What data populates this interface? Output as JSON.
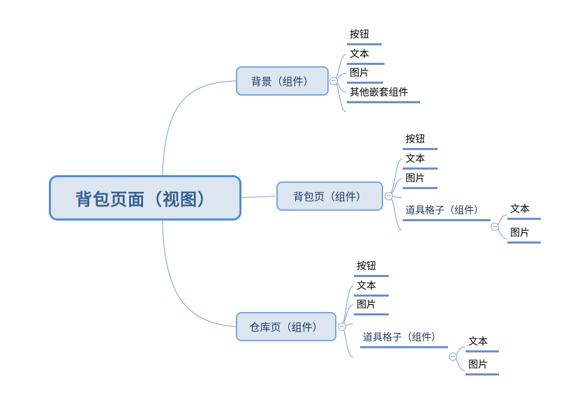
{
  "diagram": {
    "type": "mind-map",
    "title": "背包页面（视图）",
    "accent_color": "#548dd4",
    "node_fill": "#dce6f1",
    "leaf_underline_color": "#6b8fd0",
    "link_color": "#8faadc",
    "background": "#ffffff"
  },
  "root": {
    "label": "背包页面（视图）"
  },
  "branches": [
    {
      "label": "背景（组件）",
      "toggle": "collapse-minus-icon",
      "children": [
        {
          "label": "按钮"
        },
        {
          "label": "文本"
        },
        {
          "label": "图片"
        },
        {
          "label": "其他嵌套组件"
        }
      ]
    },
    {
      "label": "背包页（组件）",
      "toggle": "collapse-minus-icon",
      "children": [
        {
          "label": "按钮"
        },
        {
          "label": "文本"
        },
        {
          "label": "图片"
        },
        {
          "label": "道具格子（组件）",
          "toggle": "collapse-minus-icon",
          "children": [
            {
              "label": "文本"
            },
            {
              "label": "图片"
            }
          ]
        }
      ]
    },
    {
      "label": "仓库页（组件）",
      "toggle": "collapse-minus-icon",
      "children": [
        {
          "label": "按钮"
        },
        {
          "label": "文本"
        },
        {
          "label": "图片"
        },
        {
          "label": "道具格子（组件）",
          "toggle": "collapse-minus-icon",
          "children": [
            {
              "label": "文本"
            },
            {
              "label": "图片"
            }
          ]
        }
      ]
    }
  ]
}
